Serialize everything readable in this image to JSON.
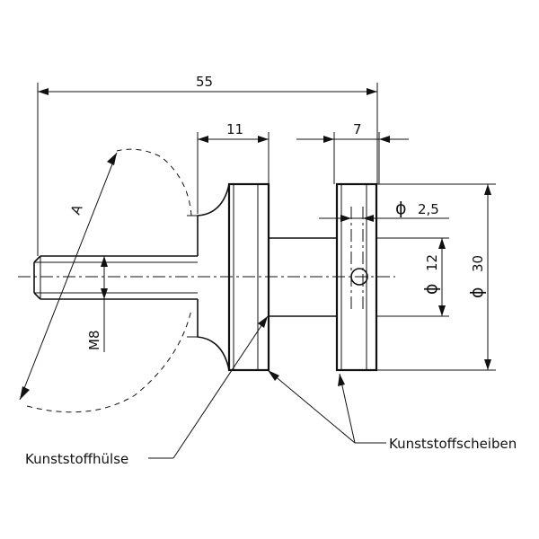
{
  "dimensions": {
    "overall_length": "55",
    "sleeve_length": "11",
    "disc_width": "7",
    "hole_diameter": "2,5",
    "shaft_diameter": "12",
    "disc_diameter": "30",
    "thread": "M8",
    "radius_label": "A"
  },
  "symbols": {
    "diameter": "ϕ"
  },
  "callouts": {
    "sleeve": "Kunststoffhülse",
    "discs": "Kunststoffscheiben"
  }
}
